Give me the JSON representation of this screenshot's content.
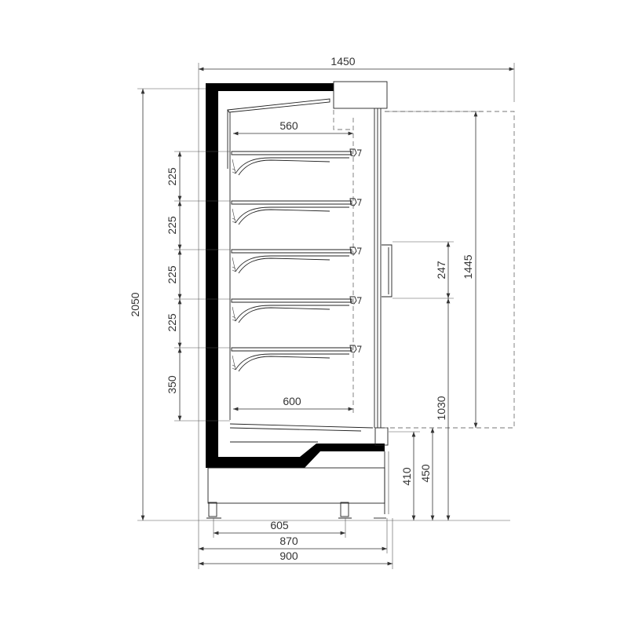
{
  "drawing": {
    "dimensions": {
      "overall_width": "1450",
      "overall_height": "2050",
      "shelf_spacing": [
        "225",
        "225",
        "225",
        "225"
      ],
      "bottom_gap": "350",
      "top_shelf_depth": "560",
      "bottom_shelf_depth": "600",
      "opening_height": "1445",
      "handle_height": "247",
      "handle_from_floor": "1030",
      "base_height_inner": "410",
      "base_height_outer": "450",
      "feet_spacing": "605",
      "body_depth": "870",
      "total_depth": "900"
    }
  }
}
